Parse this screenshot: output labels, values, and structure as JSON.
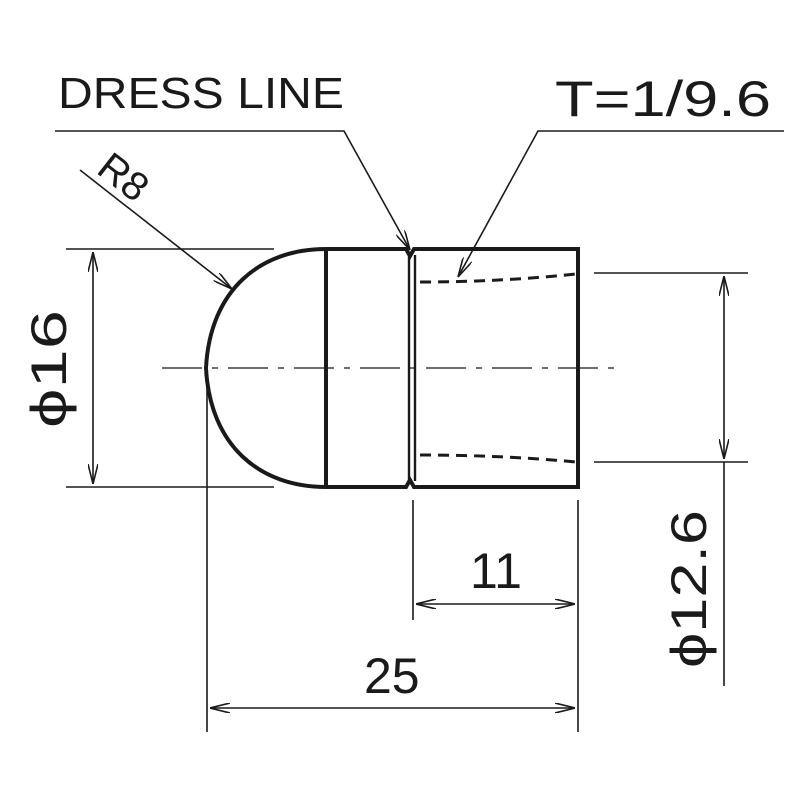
{
  "drawing": {
    "labels": {
      "dress_line": "DRESS LINE",
      "taper": "T=1/9.6",
      "radius": "R8",
      "diameter_large": "ϕ16",
      "diameter_small": "ϕ12.6",
      "length_total": "25",
      "length_shank": "11"
    },
    "colors": {
      "line": "#1a1a1a",
      "background": "#ffffff"
    }
  }
}
